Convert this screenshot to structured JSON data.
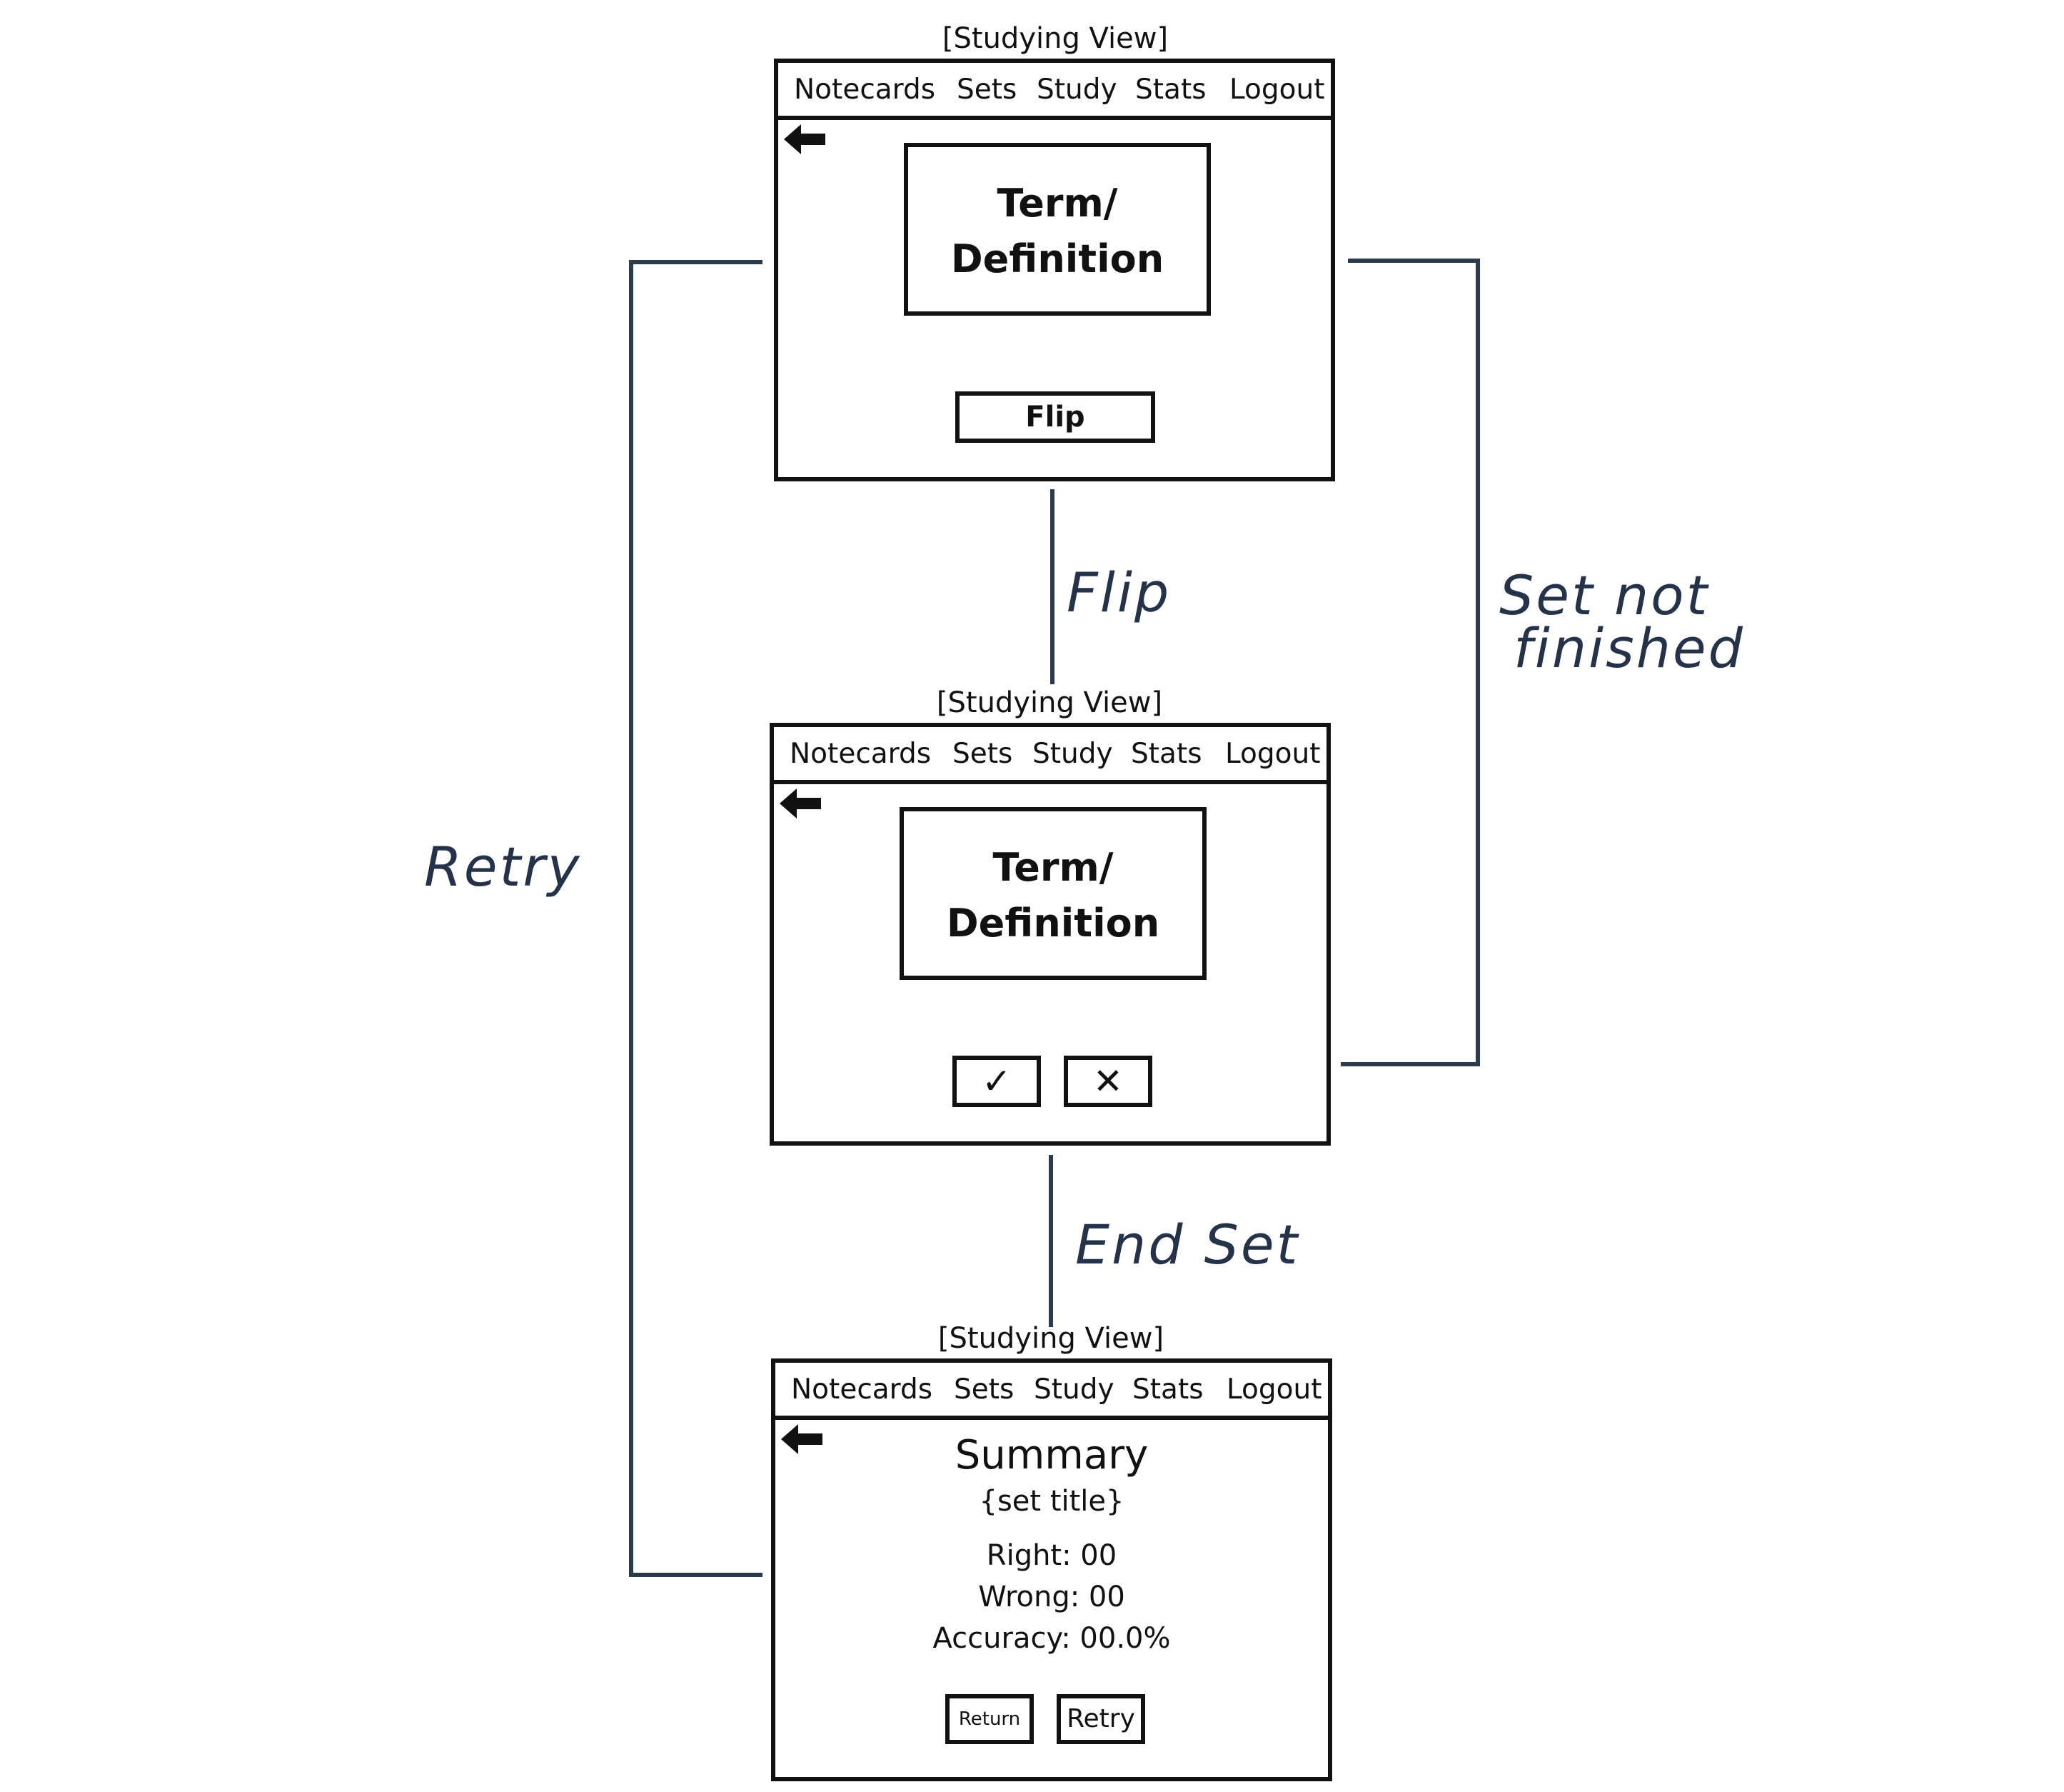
{
  "flow_labels": {
    "flip": "Flip",
    "set_not_finished_line1": "Set not",
    "set_not_finished_line2": "finished",
    "end_set": "End Set",
    "retry": "Retry"
  },
  "colors": {
    "connector": "#2c3a4e",
    "handwriting": "#24324a",
    "wireframe": "#111111"
  },
  "views": [
    {
      "label": "[Studying View]",
      "nav": [
        "Notecards",
        "Sets",
        "Study",
        "Stats",
        "Logout"
      ],
      "back_icon": "arrow-left-icon",
      "card_line1": "Term/",
      "card_line2": "Definition",
      "flip_button": "Flip"
    },
    {
      "label": "[Studying View]",
      "nav": [
        "Notecards",
        "Sets",
        "Study",
        "Stats",
        "Logout"
      ],
      "back_icon": "arrow-left-icon",
      "card_line1": "Term/",
      "card_line2": "Definition",
      "check_button": "✓",
      "cross_button": "✕"
    },
    {
      "label": "[Studying View]",
      "nav": [
        "Notecards",
        "Sets",
        "Study",
        "Stats",
        "Logout"
      ],
      "back_icon": "arrow-left-icon",
      "summary_title": "Summary",
      "set_title": "{set title}",
      "right": "Right: 00",
      "wrong": "Wrong: 00",
      "accuracy": "Accuracy: 00.0%",
      "return_button": "Return",
      "retry_button": "Retry"
    }
  ]
}
